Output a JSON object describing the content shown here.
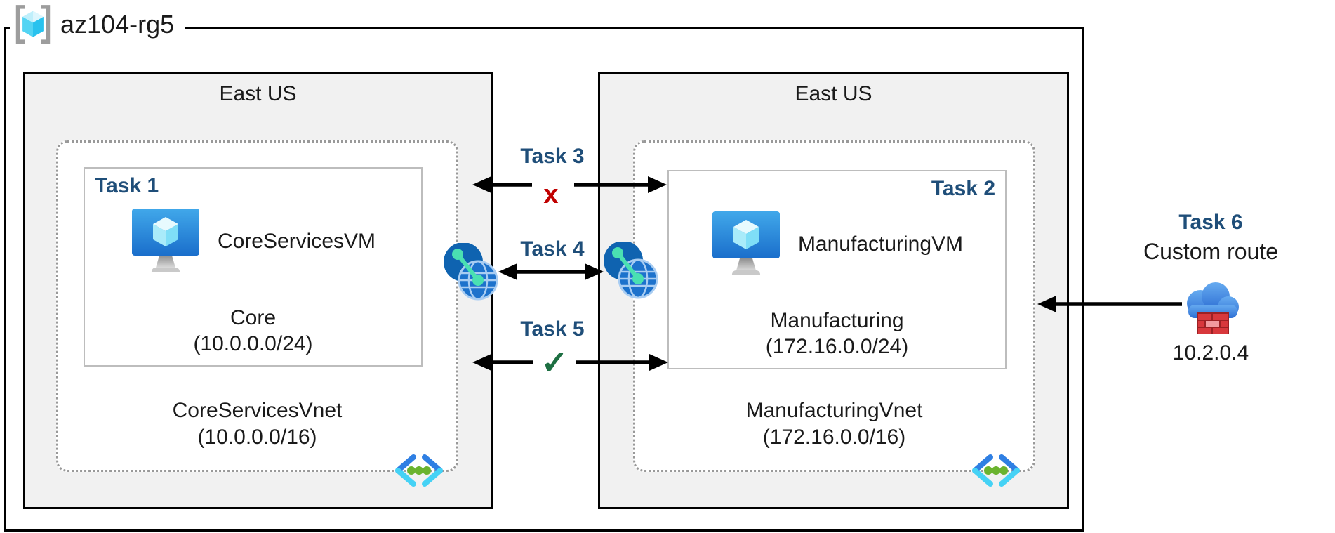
{
  "resource_group": {
    "name": "az104-rg5"
  },
  "left_region": {
    "name": "East US",
    "subnet_task": "Task 1",
    "vm_name": "CoreServicesVM",
    "subnet_name": "Core",
    "subnet_cidr": "(10.0.0.0/24)",
    "vnet_name": "CoreServicesVnet",
    "vnet_cidr": "(10.0.0.0/16)"
  },
  "right_region": {
    "name": "East US",
    "subnet_task": "Task 2",
    "vm_name": "ManufacturingVM",
    "subnet_name": "Manufacturing",
    "subnet_cidr": "(172.16.0.0/24)",
    "vnet_name": "ManufacturingVnet",
    "vnet_cidr": "(172.16.0.0/16)"
  },
  "connections": {
    "task3_label": "Task 3",
    "task3_status": "x",
    "task4_label": "Task 4",
    "task5_label": "Task 5",
    "task5_status": "✓"
  },
  "custom_route": {
    "label": "Task 6",
    "name": "Custom route",
    "ip": "10.2.0.4"
  },
  "colors": {
    "task_label": "#1f4e79",
    "blocked_x": "#c00000",
    "allowed_check": "#1d6f42",
    "region_fill": "#f1f1f1",
    "border": "#000000"
  }
}
